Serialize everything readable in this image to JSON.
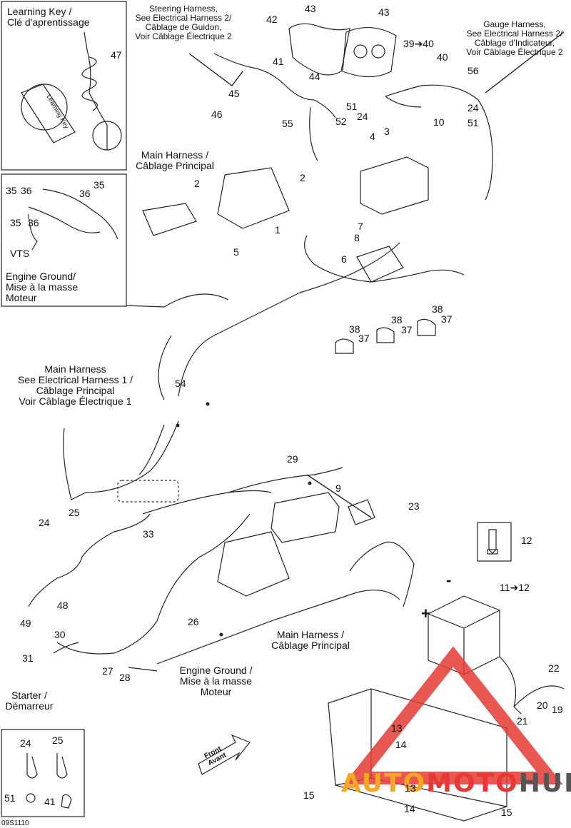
{
  "diagram_code": "09S1110",
  "learning_key": {
    "line1": "Learning Key /",
    "line2": "Clé d'aprentissage",
    "tag_line1": "Learning",
    "tag_line2": "Key"
  },
  "vts": {
    "label": "VTS"
  },
  "engine_ground_top": {
    "line1": "Engine Ground/",
    "line2": "Mise à la masse",
    "line3": "Moteur"
  },
  "steering_harness": {
    "line1": "Steering Harness,",
    "line2": "See Electrical Harness 2/",
    "line3": "Câblage de Guidon,",
    "line4": "Voir Câblage Électrique 2"
  },
  "gauge_harness": {
    "line1": "Gauge Harness,",
    "line2": "See Electrical Harness 2/",
    "line3": "Câblage d'Indicateur,",
    "line4": "Voir Câblage Électrique 2"
  },
  "main_harness_top": {
    "line1": "Main Harness /",
    "line2": "Câblage Principal"
  },
  "main_harness_mid": {
    "line1": "Main Harness",
    "line2": "See Electrical Harness 1 /",
    "line3": "Câblage Principal",
    "line4": "Voir Câblage Électrique 1"
  },
  "main_harness_bottom": {
    "line1": "Main Harness /",
    "line2": "Câblage Principal"
  },
  "engine_ground_bottom": {
    "line1": "Engine Ground /",
    "line2": "Mise à la masse",
    "line3": "Moteur"
  },
  "starter": {
    "line1": "Starter /",
    "line2": "Démarreur"
  },
  "front": {
    "line1": "Front",
    "line2": "Avant"
  },
  "battery": {
    "plus": "+",
    "minus": "-"
  },
  "watermark": {
    "part1": "AUTO",
    "part2": "MOTO",
    "part3": "HUB"
  },
  "colors": {
    "line": "#222222",
    "watermark_red": "#e53935",
    "watermark_orange": "#f5a623",
    "watermark_gray": "#555555"
  },
  "callouts": {
    "c47": "47",
    "c42": "42",
    "c43a": "43",
    "c43b": "43",
    "c3940": "39➔40",
    "c40": "40",
    "c41": "41",
    "c44": "44",
    "c56": "56",
    "c45": "45",
    "c46": "46",
    "c55": "55",
    "c52": "52",
    "c51a": "51",
    "c24a": "24",
    "c24b": "24",
    "c51b": "51",
    "c10": "10",
    "c4": "4",
    "c3": "3",
    "c2a": "2",
    "c2b": "2",
    "c1": "1",
    "c5": "5",
    "c7": "7",
    "c8": "8",
    "c6": "6",
    "c35a": "35",
    "c36a": "36",
    "c36b": "36",
    "c35b": "35",
    "c35c": "35",
    "c36c": "36",
    "c38a": "38",
    "c37a": "37",
    "c38b": "38",
    "c37b": "37",
    "c38c": "38",
    "c37c": "37",
    "c54": "54",
    "c29": "29",
    "c9": "9",
    "c23": "23",
    "c25a": "25",
    "c24c": "24",
    "c33": "33",
    "c12": "12",
    "c1112": "11➔12",
    "c48": "48",
    "c49": "49",
    "c30": "30",
    "c31": "31",
    "c26": "26",
    "c27": "27",
    "c28": "28",
    "c22": "22",
    "c20": "20",
    "c19": "19",
    "c21": "21",
    "c13a": "13",
    "c14a": "14",
    "c13b": "13",
    "c14b": "14",
    "c15a": "15",
    "c15b": "15",
    "c24d": "24",
    "c25b": "25",
    "c51c": "51",
    "c41b": "41"
  }
}
